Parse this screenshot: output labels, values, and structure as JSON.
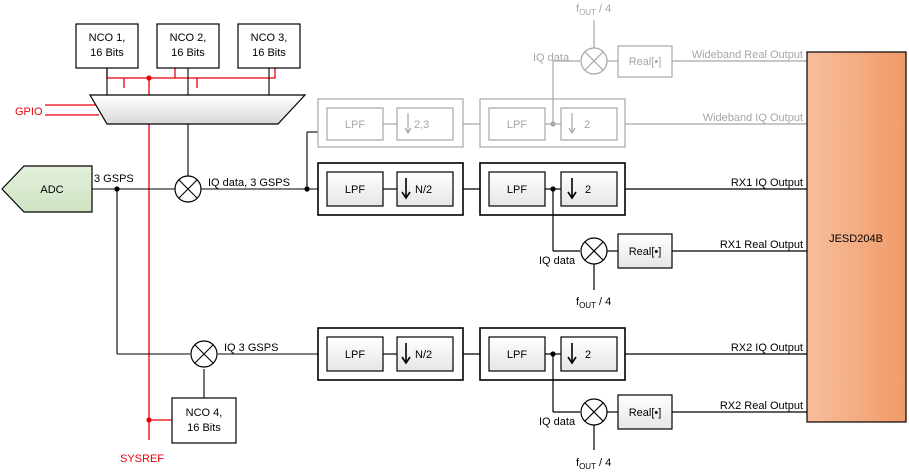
{
  "nco": [
    {
      "line1": "NCO 1,",
      "line2": "16 Bits"
    },
    {
      "line1": "NCO 2,",
      "line2": "16 Bits"
    },
    {
      "line1": "NCO 3,",
      "line2": "16 Bits"
    },
    {
      "line1": "NCO 4,",
      "line2": "16 Bits"
    }
  ],
  "labels": {
    "gpio": "GPIO",
    "sysref": "SYSREF",
    "adc": "ADC",
    "adc_rate": "3 GSPS",
    "iq_main": "IQ data, 3 GSPS",
    "iq_second": "IQ 3 GSPS",
    "iq_data": "IQ data",
    "fout": "f",
    "fout_sub": "OUT",
    "fout_div": " / 4",
    "lpf": "LPF",
    "dec_23": "2,3",
    "dec_n2": "N/2",
    "dec_2": "2",
    "real": "Real[•]",
    "jesd": "JESD204B"
  },
  "outputs": {
    "wideband_real": "Wideband Real Output",
    "wideband_iq": "Wideband IQ Output",
    "rx1_iq": "RX1 IQ Output",
    "rx1_real": "RX1 Real Output",
    "rx2_iq": "RX2 IQ Output",
    "rx2_real": "RX2 Real Output"
  },
  "colors": {
    "wire": "#000000",
    "disabled": "#a6a6a6",
    "control": "#e8000b",
    "jesd_fill": "#f4a97e",
    "adc_fill": "#dcebd3"
  }
}
